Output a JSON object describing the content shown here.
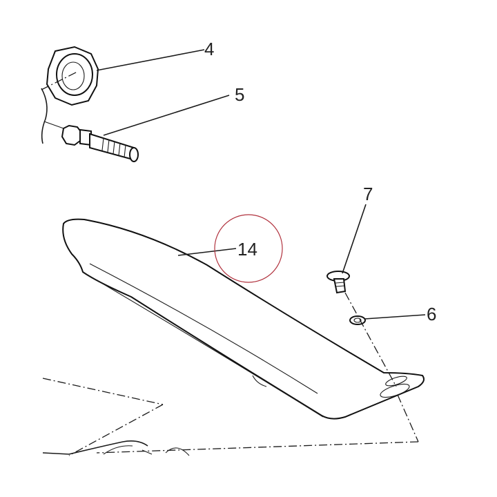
{
  "callouts": {
    "c4": "4",
    "c5": "5",
    "c6": "6",
    "c7": "7",
    "c14": "14"
  },
  "colors": {
    "line": "#1a1a1a",
    "highlight_circle": "#b0303c"
  }
}
